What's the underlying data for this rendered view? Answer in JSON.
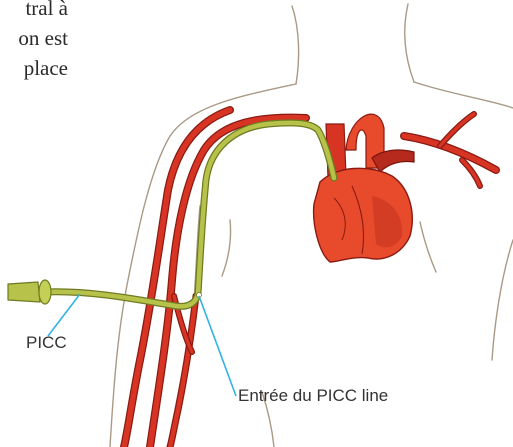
{
  "paragraph_fragment": [
    "tral à",
    "on est",
    "place"
  ],
  "labels": {
    "picc": "PICC",
    "insertion_site": "Entrée du PICC line"
  },
  "colors": {
    "vein": "#d73424",
    "vein_outline": "#8a1a12",
    "catheter": "#b7c24a",
    "catheter_outline": "#6f7a21",
    "heart": "#e84a2c",
    "heart_dark": "#b52a1c",
    "body_outline": "#a89a86",
    "pointer_line": "#31b2e6"
  }
}
